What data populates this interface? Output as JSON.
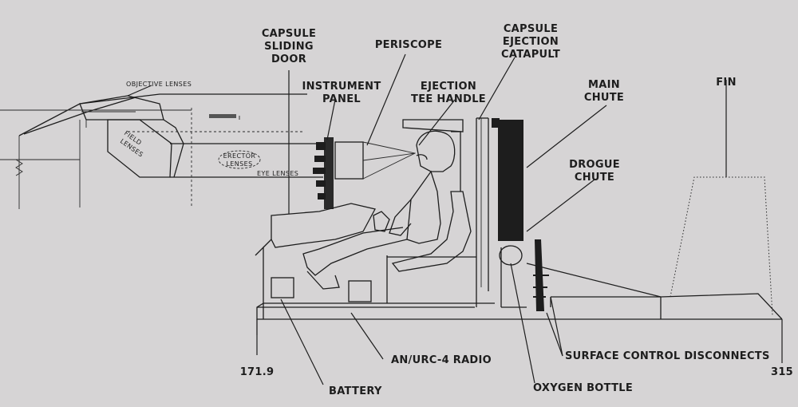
{
  "labels": {
    "capsule_sliding_door": [
      "CAPSULE",
      "SLIDING",
      "DOOR"
    ],
    "periscope": "PERISCOPE",
    "capsule_ejection_catapult": [
      "CAPSULE",
      "EJECTION",
      "CATAPULT"
    ],
    "instrument_panel": [
      "INSTRUMENT",
      "PANEL"
    ],
    "ejection_tee_handle": [
      "EJECTION",
      "TEE HANDLE"
    ],
    "main_chute": [
      "MAIN",
      "CHUTE"
    ],
    "fin": "FIN",
    "drogue_chute": [
      "DROGUE",
      "CHUTE"
    ],
    "objective_lenses": "OBJECTIVE LENSES",
    "field_lenses": [
      "FIELD",
      "LENSES"
    ],
    "erector_lenses": [
      "ERECTOR",
      "LENSES"
    ],
    "eye_lenses": "EYE LENSES",
    "an_urc_4_radio": "AN/URC-4 RADIO",
    "surface_control_disconnects": "SURFACE CONTROL DISCONNECTS",
    "oxygen_bottle": "OXYGEN BOTTLE",
    "battery": "BATTERY",
    "station_start": "171.9",
    "station_end": "315"
  },
  "colors": {
    "background": "#d6d4d5",
    "ink": "#1d1d1d"
  }
}
